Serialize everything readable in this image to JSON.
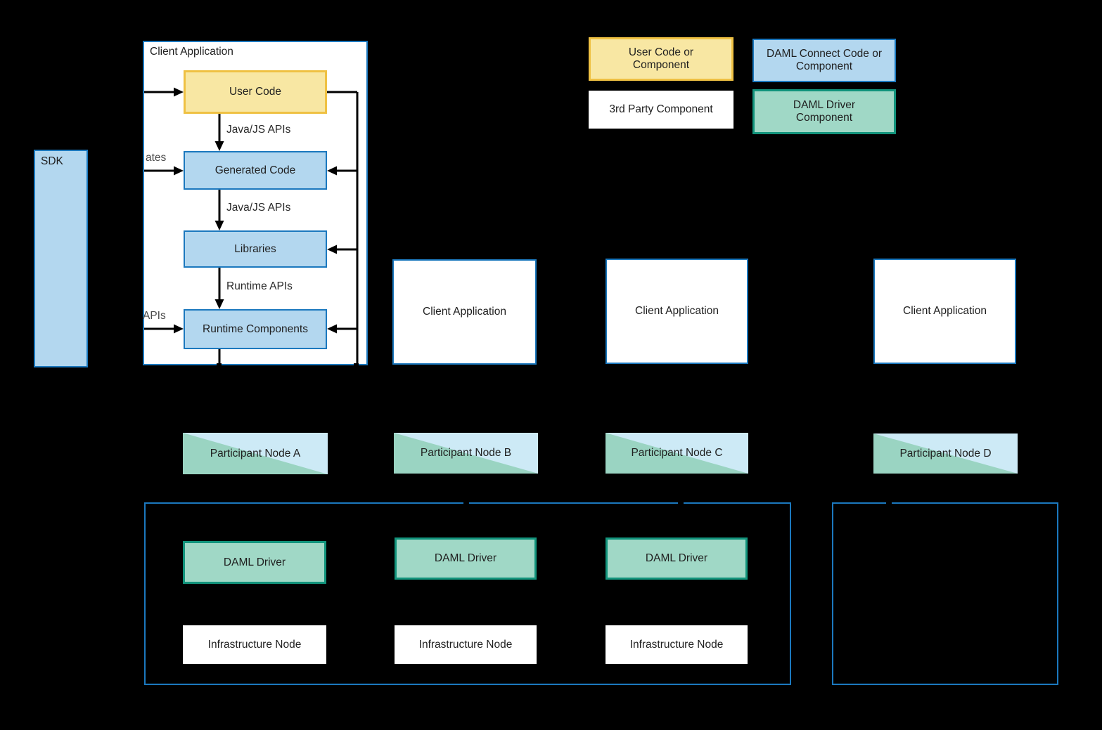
{
  "colors": {
    "background": "#000000",
    "accent_blue_border": "#1b78be",
    "connect_fill": "#b3d7ef",
    "user_code_fill": "#f8e7a3",
    "user_code_border": "#efc143",
    "driver_fill": "#a0d8c6",
    "driver_border": "#12947c",
    "participant_blue": "#cdeaf6",
    "participant_green": "#9ad4c2",
    "box_white": "#ffffff",
    "connector_black": "#000000"
  },
  "sdk": {
    "label": "SDK"
  },
  "main_client_app": {
    "title": "Client Application",
    "user_code": "User Code",
    "generated_code": "Generated Code",
    "libraries": "Libraries",
    "runtime_components": "Runtime Components",
    "edge_labels": {
      "user_to_generated": "Java/JS APIs",
      "generated_to_libraries": "Java/JS APIs",
      "libraries_to_runtime": "Runtime APIs",
      "left_partial_generates": "ates",
      "left_partial_apis": "APIs"
    }
  },
  "legend": {
    "user": "User Code or Component",
    "connect": "DAML Connect Code or Component",
    "third_party": "3rd Party Component",
    "driver": "DAML Driver Component"
  },
  "client_apps": {
    "b": "Client Application",
    "c": "Client Application",
    "d": "Client Application"
  },
  "participant_nodes": {
    "a": "Participant Node A",
    "b": "Participant Node B",
    "c": "Participant Node C",
    "d": "Participant Node D"
  },
  "infrastructure": {
    "drivers": {
      "a": "DAML Driver",
      "b": "DAML Driver",
      "c": "DAML Driver"
    },
    "nodes": {
      "a": "Infrastructure Node",
      "b": "Infrastructure Node",
      "c": "Infrastructure Node"
    }
  }
}
